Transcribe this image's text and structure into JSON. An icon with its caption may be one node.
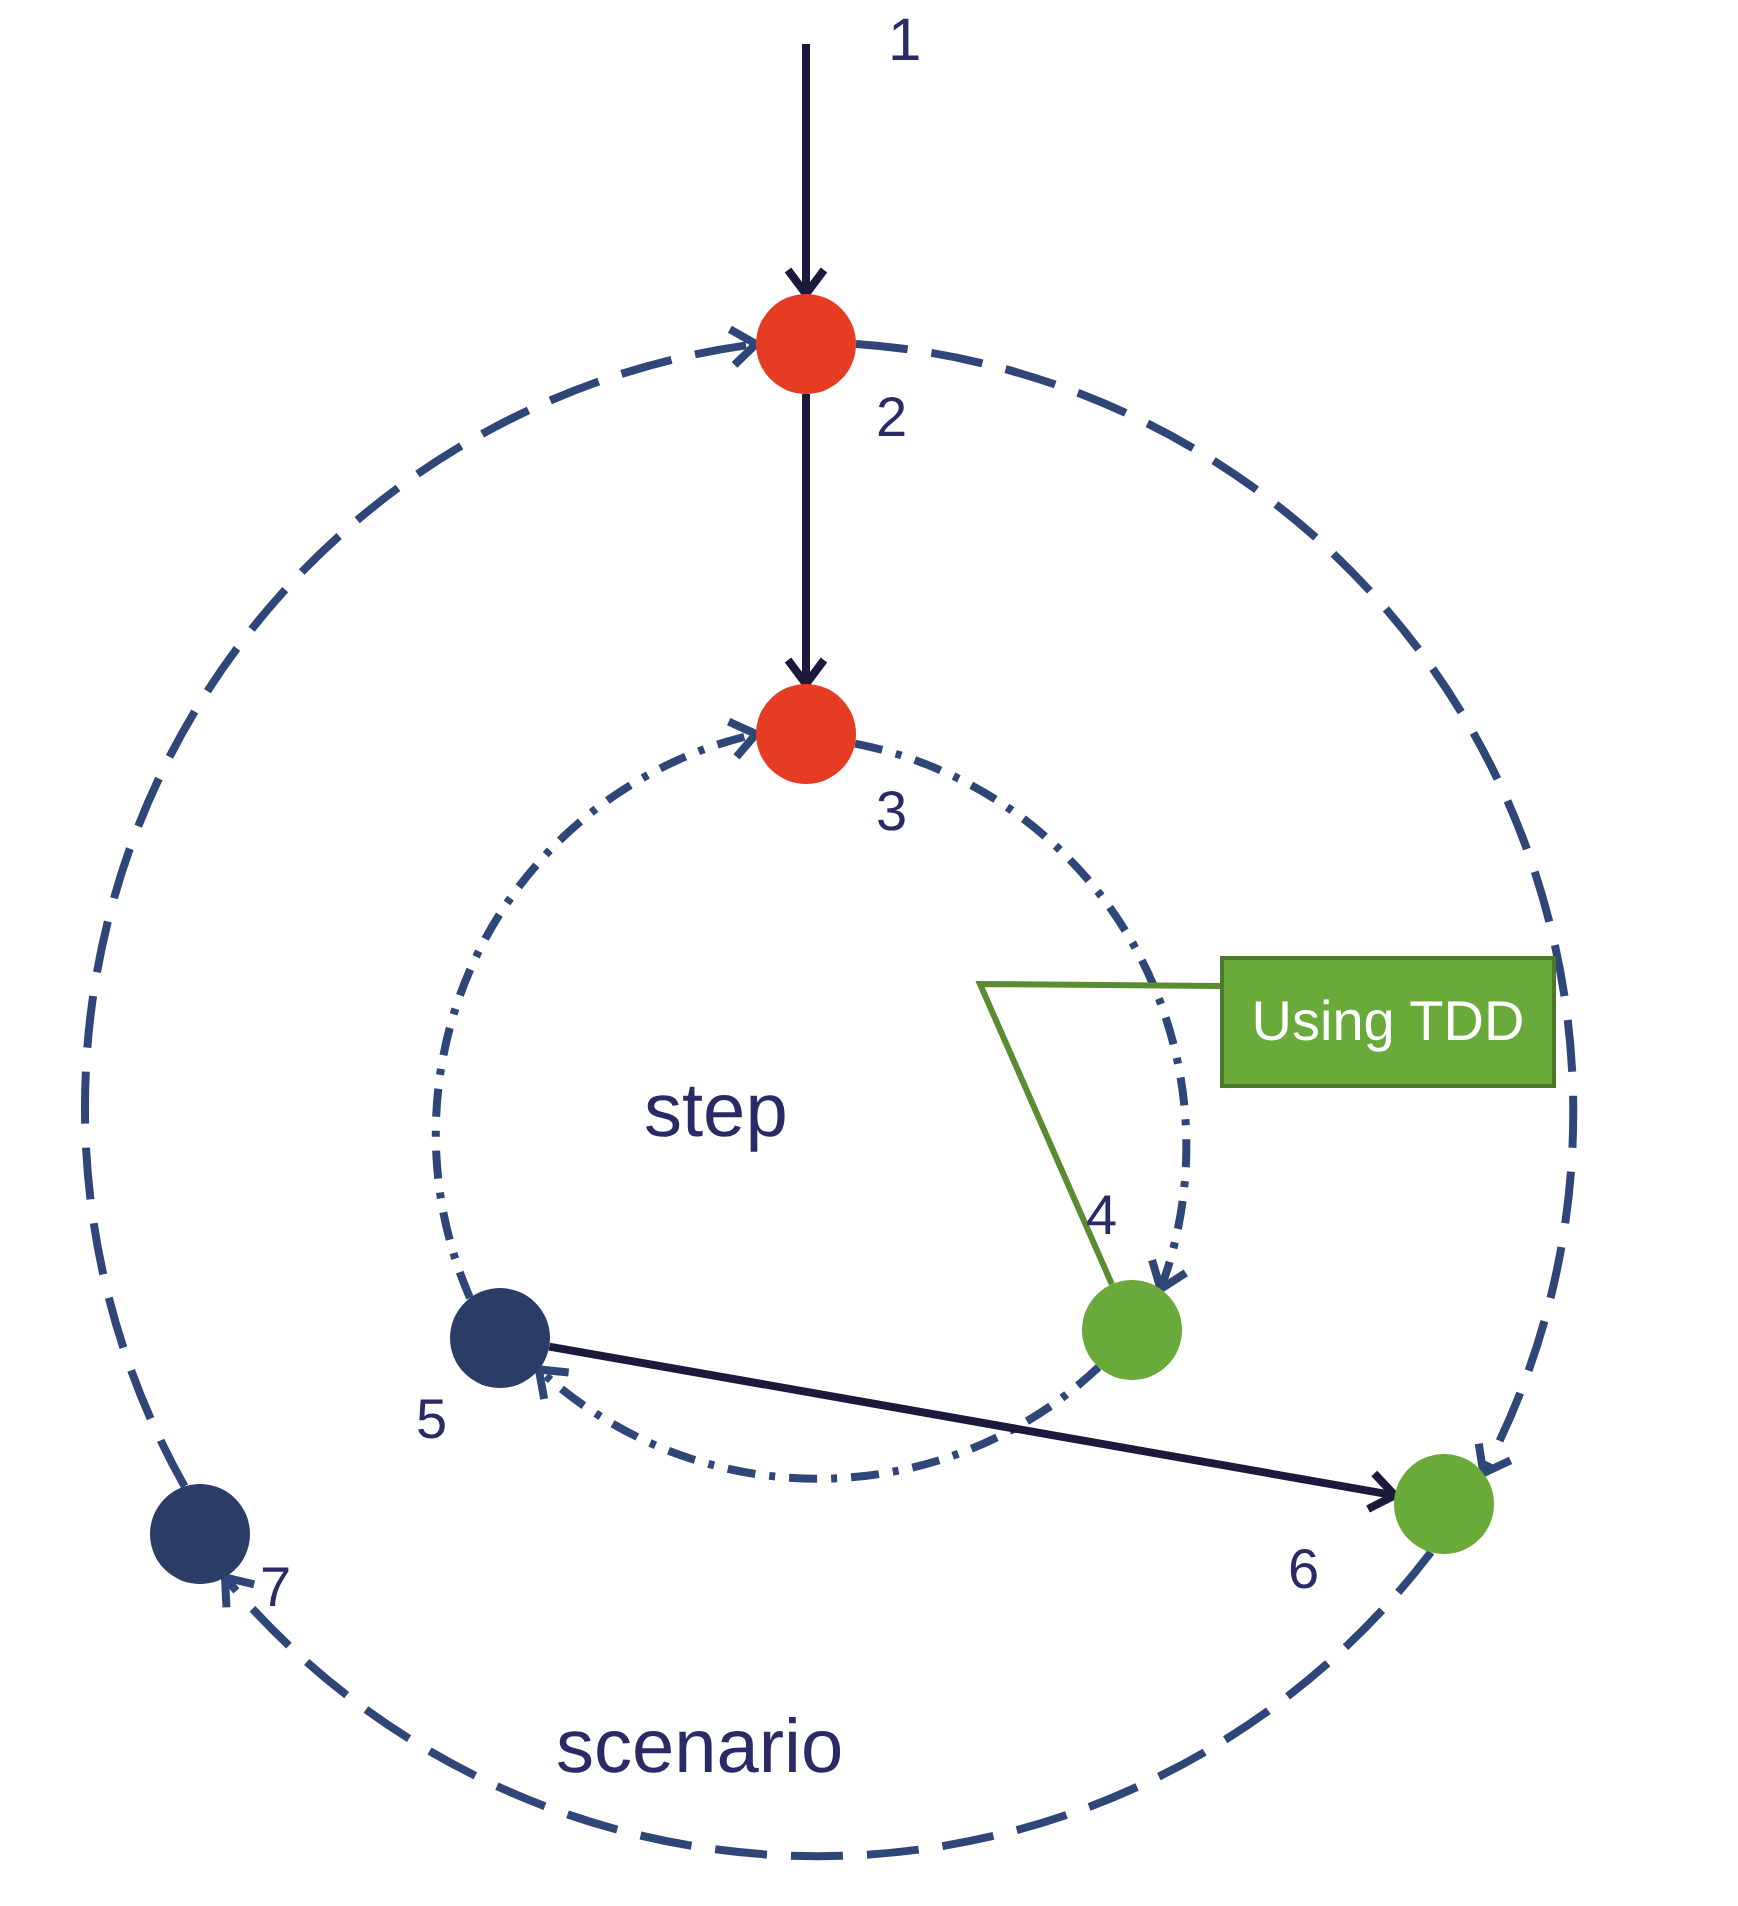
{
  "diagram": {
    "nodes": [
      {
        "text": [],
        "shape": "circle",
        "beside": [
          "2"
        ]
      },
      {
        "text": [],
        "shape": "circle",
        "beside": [
          "3"
        ]
      },
      {
        "text": [
          "Using TDD"
        ]
      },
      {
        "text": [],
        "shape": "circle",
        "beside": [
          "4"
        ]
      },
      {
        "text": [],
        "shape": "circle",
        "beside": [
          "5"
        ]
      },
      {
        "text": [],
        "shape": "circle",
        "beside": [
          "6"
        ]
      },
      {
        "text": [],
        "shape": "circle",
        "beside": [
          "7"
        ]
      }
    ],
    "edges": [
      {
        "from": null,
        "to": 0,
        "arrow": "to",
        "color": "#1c1a3c"
      },
      {
        "from": 0,
        "to": 1,
        "arrow": "to",
        "color": "#1c1a3c"
      },
      {
        "from": 1,
        "to": 3,
        "arrow": "to",
        "style": "dashed"
      },
      {
        "from": 3,
        "to": 4,
        "arrow": "to",
        "style": "dashed"
      },
      {
        "from": 4,
        "to": 1,
        "arrow": "to",
        "style": "dashed"
      },
      {
        "from": 4,
        "to": 5,
        "arrow": "to",
        "color": "#1c1a3c"
      },
      {
        "from": 0,
        "to": 5,
        "arrow": "to",
        "style": "dashed"
      },
      {
        "from": 5,
        "to": 6,
        "arrow": "to",
        "style": "dashed"
      },
      {
        "from": 6,
        "to": 0,
        "arrow": "to",
        "style": "dashed"
      },
      {
        "from": 2,
        "to": 3,
        "arrow": "none",
        "color": "#5a8c32"
      }
    ],
    "labels": [
      "1",
      "step",
      "scenario"
    ]
  }
}
